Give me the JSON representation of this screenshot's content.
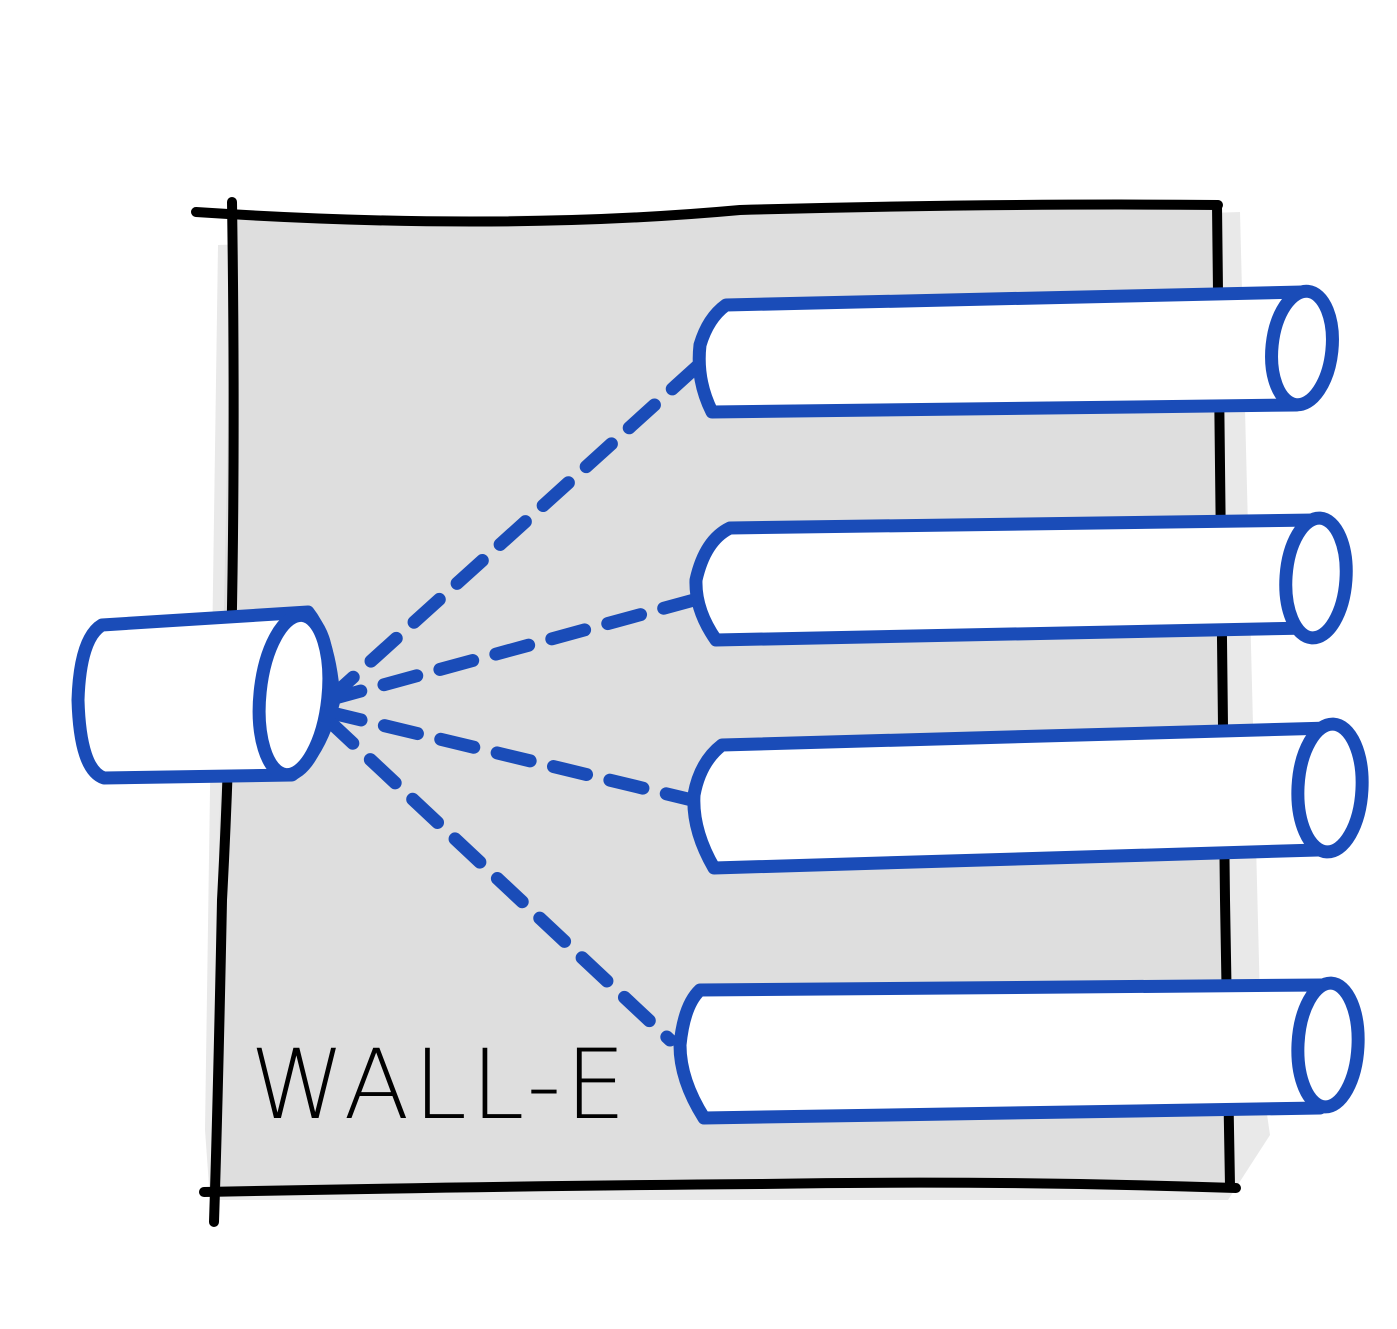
{
  "diagram": {
    "container_label": "WALL-E",
    "colors": {
      "background": "#ffffff",
      "box_fill": "#dedede",
      "box_shadow": "#e9e9e9",
      "box_stroke": "#000000",
      "pipe_stroke": "#1a4cb8",
      "pipe_fill": "#ffffff",
      "label_color": "#000000"
    },
    "input_pipe": {
      "name": "input-pipe"
    },
    "output_pipes": [
      {
        "name": "output-pipe-1"
      },
      {
        "name": "output-pipe-2"
      },
      {
        "name": "output-pipe-3"
      },
      {
        "name": "output-pipe-4"
      }
    ],
    "connector_style": "dashed",
    "connector_icon": "fan-out-dashed-lines"
  }
}
